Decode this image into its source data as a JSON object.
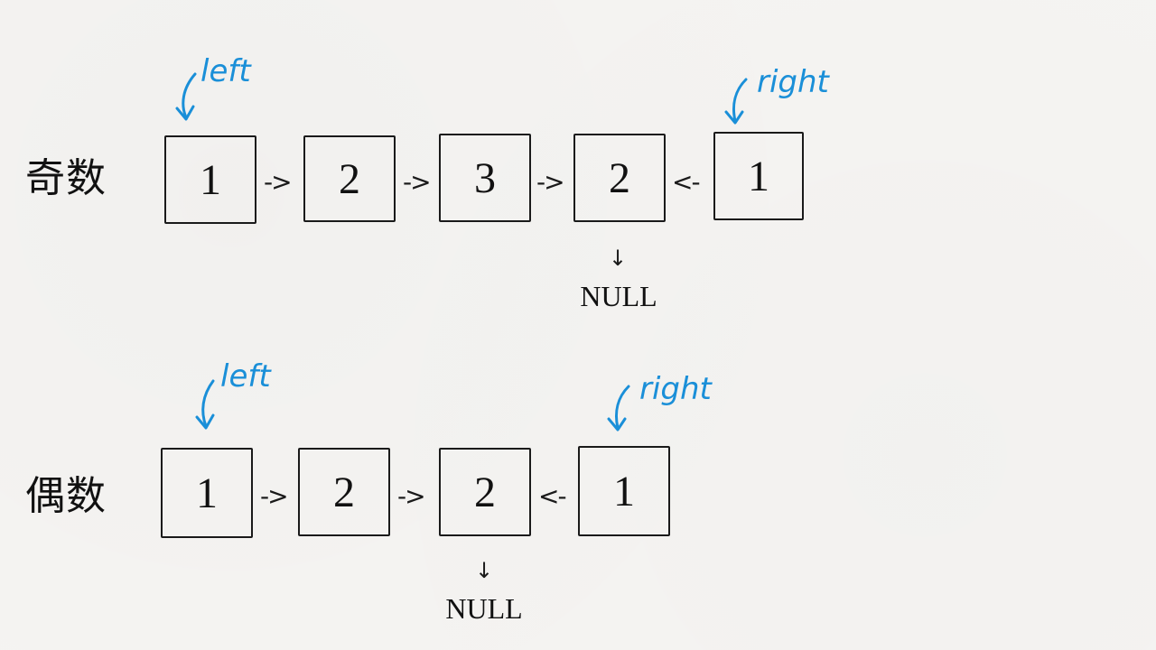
{
  "colors": {
    "pointer": "#1a8fd8",
    "ink": "#111111"
  },
  "odd": {
    "label": "奇数",
    "nodes": [
      "1",
      "2",
      "3",
      "2",
      "1"
    ],
    "arrows": [
      "->",
      "->",
      "->",
      "<-"
    ],
    "down_arrow": "↓",
    "null_label": "NULL",
    "left_label": "left",
    "right_label": "right"
  },
  "even": {
    "label": "偶数",
    "nodes": [
      "1",
      "2",
      "2",
      "1"
    ],
    "arrows": [
      "->",
      "->",
      "<-"
    ],
    "down_arrow": "↓",
    "null_label": "NULL",
    "left_label": "left",
    "right_label": "right"
  }
}
